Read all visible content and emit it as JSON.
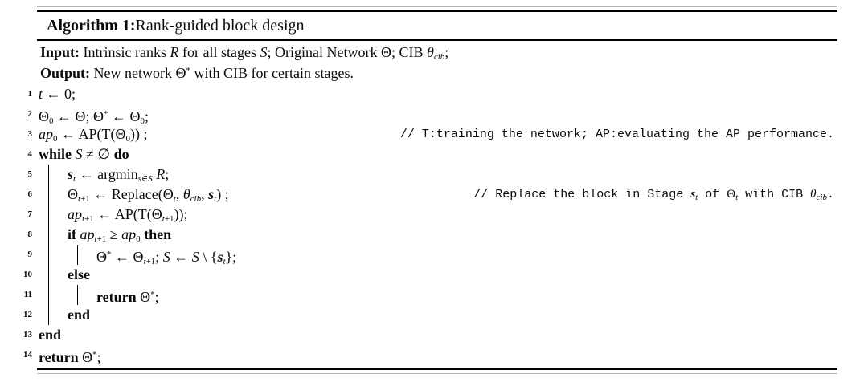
{
  "figure": {
    "kind": "algorithm-pseudocode",
    "title_segments": [
      [
        "k",
        "Algorithm 1:"
      ],
      [
        "r",
        " Rank-guided block design"
      ]
    ],
    "input_segments": [
      [
        "k",
        "Input:"
      ],
      [
        "r",
        " Intrinsic ranks "
      ],
      [
        "m",
        "R"
      ],
      [
        "r",
        " for all stages "
      ],
      [
        "m",
        "S"
      ],
      [
        "r",
        "; Original Network Θ; CIB "
      ],
      [
        "m",
        "θ"
      ],
      [
        "m sub",
        "cib"
      ],
      [
        "r",
        ";"
      ]
    ],
    "output_segments": [
      [
        "k",
        "Output:"
      ],
      [
        "r",
        " New network Θ"
      ],
      [
        "r sup",
        "*"
      ],
      [
        "r",
        " with CIB for certain stages."
      ]
    ],
    "lines": [
      {
        "no": "1",
        "bars": 0,
        "code": [
          [
            "m",
            "t"
          ],
          [
            "r",
            " ← 0;"
          ]
        ]
      },
      {
        "no": "2",
        "bars": 0,
        "code": [
          [
            "r",
            "Θ"
          ],
          [
            "r sub",
            "0"
          ],
          [
            "r",
            " ← Θ; Θ"
          ],
          [
            "r sup",
            "*"
          ],
          [
            "r",
            " ← Θ"
          ],
          [
            "r sub",
            "0"
          ],
          [
            "r",
            ";"
          ]
        ]
      },
      {
        "no": "3",
        "bars": 0,
        "code": [
          [
            "m",
            "ap"
          ],
          [
            "r sub",
            "0"
          ],
          [
            "r",
            " ← AP(T(Θ"
          ],
          [
            "r sub",
            "0"
          ],
          [
            "r",
            ")) ;"
          ]
        ],
        "comment": [
          [
            "c",
            "// T:training the network; AP:evaluating the AP performance."
          ]
        ]
      },
      {
        "no": "4",
        "bars": 0,
        "code": [
          [
            "k",
            "while "
          ],
          [
            "m",
            "S"
          ],
          [
            "r",
            " ≠ ∅ "
          ],
          [
            "k",
            "do"
          ]
        ]
      },
      {
        "no": "5",
        "bars": 1,
        "code": [
          [
            "b",
            "s"
          ],
          [
            "m sub",
            "t"
          ],
          [
            "r",
            " ← argmin"
          ],
          [
            "m sub",
            "s"
          ],
          [
            "r sub",
            "∈"
          ],
          [
            "m sub",
            "S"
          ],
          [
            "r",
            " "
          ],
          [
            "m",
            "R"
          ],
          [
            "r",
            ";"
          ]
        ]
      },
      {
        "no": "6",
        "bars": 1,
        "code": [
          [
            "r",
            "Θ"
          ],
          [
            "m sub",
            "t"
          ],
          [
            "r sub",
            "+1"
          ],
          [
            "r",
            " ← Replace(Θ"
          ],
          [
            "m sub",
            "t"
          ],
          [
            "r",
            ", "
          ],
          [
            "m",
            "θ"
          ],
          [
            "m sub",
            "cib"
          ],
          [
            "r",
            ", "
          ],
          [
            "b",
            "s"
          ],
          [
            "m sub",
            "t"
          ],
          [
            "r",
            ") ;"
          ]
        ],
        "comment": [
          [
            "c",
            "// Replace the block in Stage "
          ],
          [
            "b",
            "s"
          ],
          [
            "m sub",
            "t"
          ],
          [
            "c",
            " of "
          ],
          [
            "r",
            "Θ"
          ],
          [
            "m sub",
            "t"
          ],
          [
            "c",
            " with CIB "
          ],
          [
            "m",
            "θ"
          ],
          [
            "m sub",
            "cib"
          ],
          [
            "c",
            "."
          ]
        ]
      },
      {
        "no": "7",
        "bars": 1,
        "code": [
          [
            "m",
            "ap"
          ],
          [
            "m sub",
            "t"
          ],
          [
            "r sub",
            "+1"
          ],
          [
            "r",
            " ← AP(T(Θ"
          ],
          [
            "m sub",
            "t"
          ],
          [
            "r sub",
            "+1"
          ],
          [
            "r",
            "));"
          ]
        ]
      },
      {
        "no": "8",
        "bars": 1,
        "code": [
          [
            "k",
            "if "
          ],
          [
            "m",
            "ap"
          ],
          [
            "m sub",
            "t"
          ],
          [
            "r sub",
            "+1"
          ],
          [
            "r",
            " ≥ "
          ],
          [
            "m",
            "ap"
          ],
          [
            "r sub",
            "0"
          ],
          [
            "k",
            " then"
          ]
        ]
      },
      {
        "no": "9",
        "bars": 2,
        "code": [
          [
            "r",
            "Θ"
          ],
          [
            "r sup",
            "*"
          ],
          [
            "r",
            " ← Θ"
          ],
          [
            "m sub",
            "t"
          ],
          [
            "r sub",
            "+1"
          ],
          [
            "r",
            "; "
          ],
          [
            "m",
            "S"
          ],
          [
            "r",
            " ← "
          ],
          [
            "m",
            "S"
          ],
          [
            "r",
            " \\ {"
          ],
          [
            "b",
            "s"
          ],
          [
            "m sub",
            "t"
          ],
          [
            "r",
            "};"
          ]
        ]
      },
      {
        "no": "10",
        "bars": 1,
        "code": [
          [
            "k",
            "else"
          ]
        ]
      },
      {
        "no": "11",
        "bars": 2,
        "code": [
          [
            "k",
            "return "
          ],
          [
            "r",
            "Θ"
          ],
          [
            "r sup",
            "*"
          ],
          [
            "r",
            ";"
          ]
        ]
      },
      {
        "no": "12",
        "bars": 1,
        "code": [
          [
            "k",
            "end"
          ]
        ]
      },
      {
        "no": "13",
        "bars": 0,
        "code": [
          [
            "k",
            "end"
          ]
        ]
      },
      {
        "no": "14",
        "bars": 0,
        "code": [
          [
            "k",
            "return "
          ],
          [
            "r",
            "Θ"
          ],
          [
            "r sup",
            "*"
          ],
          [
            "r",
            ";"
          ]
        ]
      }
    ]
  },
  "colors": {
    "background": "#ffffff",
    "text": "#0b0b0b",
    "rule": "#000000",
    "rule_faint": "#b3b3b3"
  }
}
